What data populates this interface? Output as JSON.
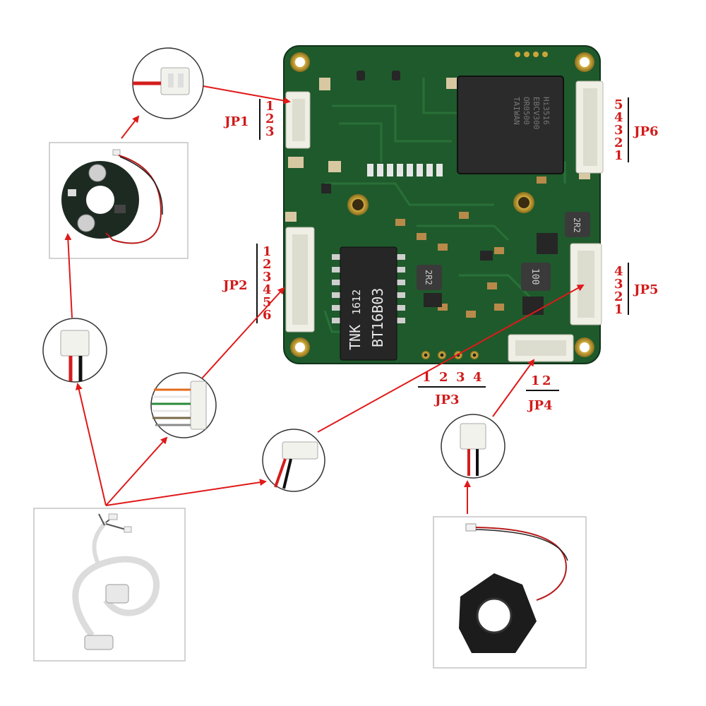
{
  "colors": {
    "accent_red": "#e01919",
    "label_red": "#d11a1a",
    "pcb_green": "#1f5a2c",
    "pcb_dark": "#143c1d",
    "connector": "#efefe6",
    "chip": "#2b2b2b"
  },
  "labels": {
    "jp1": {
      "name": "JP1",
      "pins": [
        "1",
        "2",
        "3"
      ]
    },
    "jp2": {
      "name": "JP2",
      "pins": [
        "1",
        "2",
        "3",
        "4",
        "5",
        "6"
      ]
    },
    "jp3": {
      "name": "JP3",
      "pins": [
        "1",
        "2",
        "3",
        "4"
      ]
    },
    "jp4": {
      "name": "JP4",
      "pins": [
        "1",
        "2"
      ]
    },
    "jp5": {
      "name": "JP5",
      "pins": [
        "4",
        "3",
        "2",
        "1"
      ]
    },
    "jp6": {
      "name": "JP6",
      "pins": [
        "5",
        "4",
        "3",
        "2",
        "1"
      ]
    }
  },
  "board_text": {
    "transformer_brand": "TNK",
    "transformer_code": "1612",
    "transformer_model": "BT16B03",
    "inductor_a": "2R2",
    "inductor_b": "2R2",
    "inductor_c": "100",
    "soc_line1": "Hi3516",
    "soc_line2": "EBCV300",
    "soc_line3": "OR0500",
    "soc_line4": "TAIWAN"
  },
  "icons": [
    "ir-led-board-icon",
    "ir-cut-filter-icon",
    "network-cable-icon",
    "two-pin-plug-icon",
    "four-pin-plug-icon",
    "six-pin-plug-icon"
  ]
}
